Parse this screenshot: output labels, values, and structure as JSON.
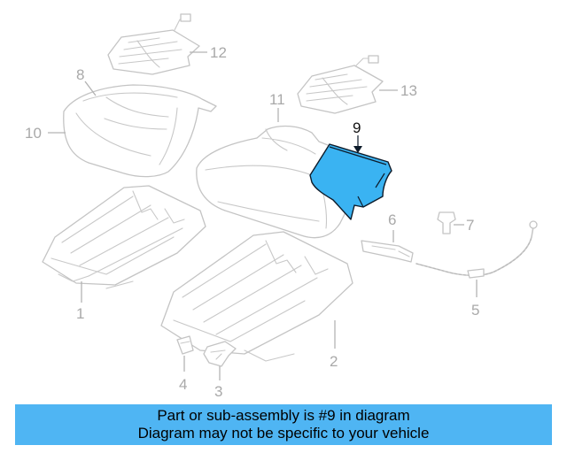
{
  "highlight_color": "#3ab3f2",
  "banner_color": "#4fb5f3",
  "callouts": {
    "c1": "1",
    "c2": "2",
    "c3": "3",
    "c4": "4",
    "c5": "5",
    "c6": "6",
    "c7": "7",
    "c8": "8",
    "c9": "9",
    "c10": "10",
    "c11": "11",
    "c12": "12",
    "c13": "13"
  },
  "highlighted_part": "9",
  "banner": {
    "line1": "Part or sub-assembly is #9 in diagram",
    "line2": "Diagram may not be specific to your vehicle"
  }
}
